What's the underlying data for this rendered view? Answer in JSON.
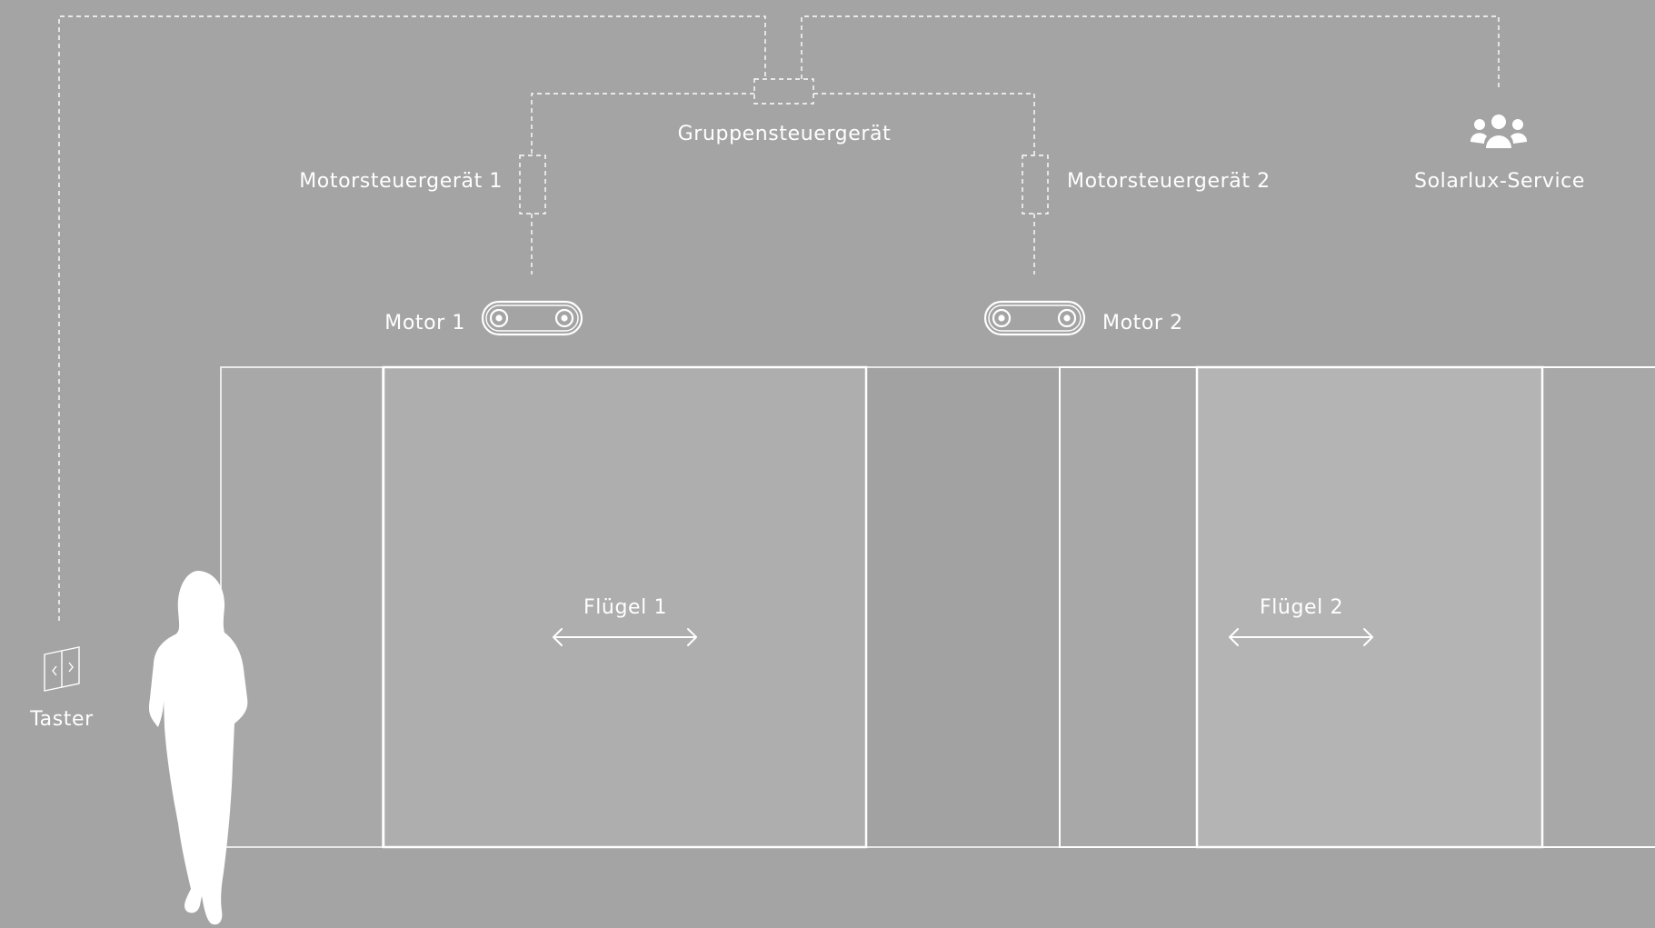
{
  "labels": {
    "group_controller": "Gruppensteuergerät",
    "motor_controller_1": "Motorsteuergerät 1",
    "motor_controller_2": "Motorsteuergerät 2",
    "service": "Solarlux-Service",
    "motor_1": "Motor 1",
    "motor_2": "Motor 2",
    "sash_1": "Flügel 1",
    "sash_2": "Flügel 2",
    "button": "Taster"
  },
  "icons": [
    "people-icon",
    "motor-icon",
    "door-button-icon",
    "person-silhouette",
    "double-arrow-icon"
  ],
  "colors": {
    "background": "#a4a4a4",
    "line": "#ffffff",
    "sash_panel": "#aeaeae",
    "sash_panel_2": "#b4b4b4",
    "fixed_panel": "#a8a8a8"
  }
}
